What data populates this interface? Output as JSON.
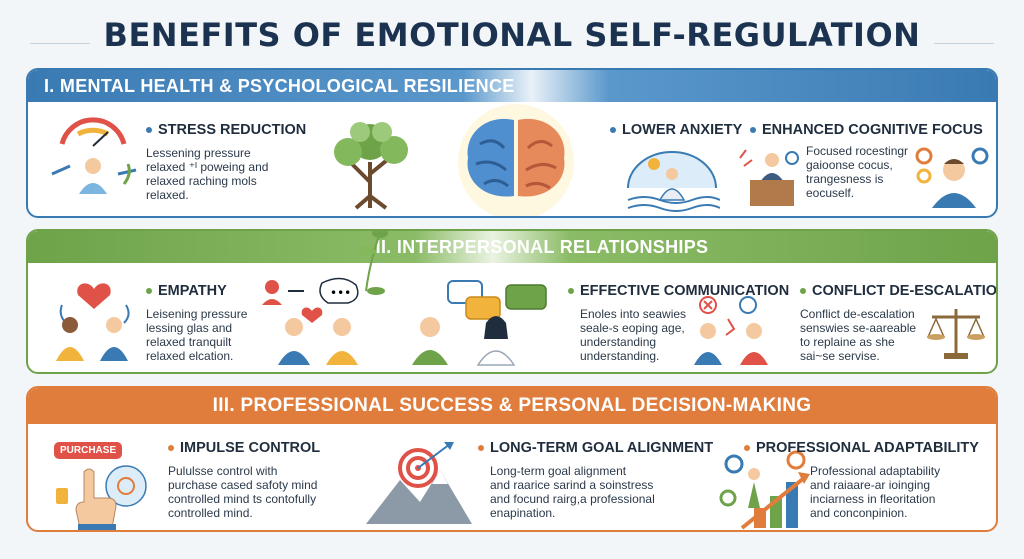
{
  "title": "BENEFITS OF EMOTIONAL SELF-REGULATION",
  "sections": [
    {
      "heading": "I. MENTAL HEALTH & PSYCHOLOGICAL RESILIENCE",
      "items": [
        {
          "title": "STRESS REDUCTION",
          "text": "Lessening pressure\nrelaxed ⁺ᴵ poweing and\nrelaxed raching mols\nrelaxed."
        },
        {
          "title": "LOWER ANXIETY",
          "text": ""
        },
        {
          "title": "ENHANCED COGNITIVE FOCUS",
          "text": "Focused rocestingr\ngaioonse cocus,\ntrangesness is\neocuself."
        }
      ]
    },
    {
      "heading": "II. INTERPERSONAL RELATIONSHIPS",
      "items": [
        {
          "title": "EMPATHY",
          "text": "Leisening pressure\nlessing glas and\nrelaxed tranquilt\nrelaxed elcation."
        },
        {
          "title": "EFFECTIVE COMMUNICATION",
          "text": "Enoles into seawies\nseale-s eoping age,\nunderstanding\nunderstanding."
        },
        {
          "title": "CONFLICT DE-ESCALATION",
          "text": "Conflict de-escalation\nsenswies se-aareable\nto replaine as she\nsai~se servise."
        }
      ]
    },
    {
      "heading": "III. PROFESSIONAL SUCCESS & PERSONAL DECISION-MAKING",
      "items": [
        {
          "title": "IMPULSE CONTROL",
          "text": "Pululsse control with\npurchase cased safoty mind\ncontrolled mind ts contofully\ncontrolled mind.",
          "badge": "PURCHASE"
        },
        {
          "title": "LONG-TERM GOAL ALIGNMENT",
          "text": "Long-term goal alignment\nand raarice sarind a soinstress\nand focund rairg,a professional\nenapination."
        },
        {
          "title": "PROFESSIONAL ADAPTABILITY",
          "text": "Professional adaptability\nand raiaare-ar ioinging\ninciarness in fleoritation\nand conconpinion."
        }
      ]
    }
  ],
  "colors": {
    "blue": "#3a7ab3",
    "green": "#6ea34a",
    "orange": "#e07d3c",
    "title": "#1b3350"
  }
}
